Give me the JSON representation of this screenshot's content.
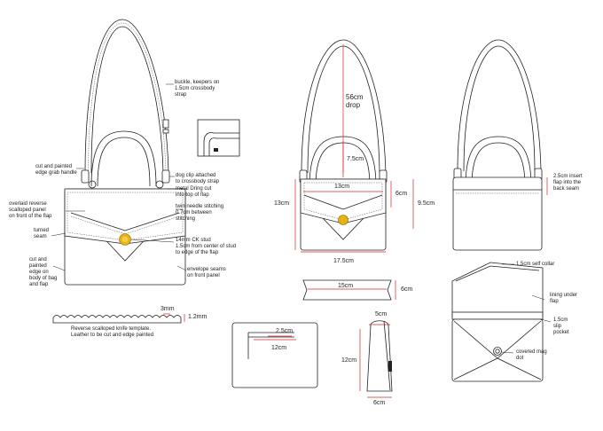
{
  "colors": {
    "outline": "#222222",
    "dimension": "#d9262c",
    "stud": "#e5b311"
  },
  "callouts": {
    "buckle": "buckle, keepers on\n1.5cm crossbody\nstrap",
    "edge_handle": "cut and painted\nedge grab handle",
    "dog_clip": "dog clip attached\nto crossbody strap",
    "d_ring": "metal Dring cut\ninto top of flap",
    "overlaid_panel": "overlaid reverse\nscalloped panel\non front of the flap",
    "twin_needle": "twin needle stitching\n0.7cm between\nstitching",
    "turned_seam": "turned\nseam",
    "ck_stud": "14mm CK stud\n1.5cm from center of stud\nto edge of the flap",
    "painted_edge": "cut and\npainted\nedge on\nbody of bag\nand flap",
    "envelope_seams": "envelope seams\non front panel",
    "template_note": "Reverse scalloped knife template.\nLeather to be cut and edge painted",
    "insert_flap": "2.5cm insert\nflap into the\nback seam",
    "self_collar": "1.5cm self collar",
    "lining_flap": "lining under\nflap",
    "slip_pocket": "1.5cm\nslip\npocket",
    "mag_dot": "covered mag\ndot"
  },
  "dimensions": {
    "d3mm": "3mm",
    "d12mm": "1.2mm",
    "drop56": "56cm\ndrop",
    "drop75": "7.5cm",
    "w13": "13cm",
    "h6": "6cm",
    "h95": "9.5cm",
    "h13": "13cm",
    "w175": "17.5cm",
    "w15": "15cm",
    "h6b": "6cm",
    "gusset25": "2.5cm",
    "base12": "12cm",
    "side5": "5cm",
    "side12": "12cm",
    "side6": "6cm"
  }
}
